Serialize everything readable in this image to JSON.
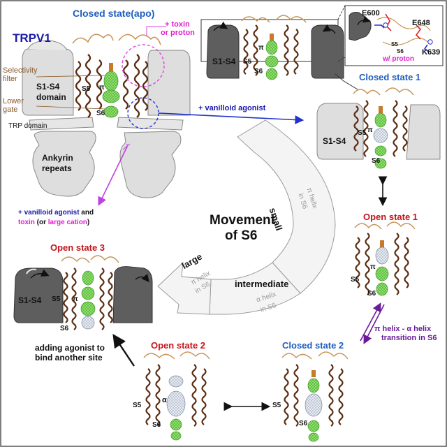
{
  "title": "TRPV1",
  "states": {
    "closed_apo": "Closed state(apo)",
    "closed_1": "Closed state 1",
    "closed_2": "Closed state 2",
    "open_1": "Open state 1",
    "open_2": "Open state 2",
    "open_3": "Open state 3"
  },
  "domains": {
    "selectivity_filter_1": "Selectivity",
    "selectivity_filter_2": "filter",
    "lower_gate_1": "Lower",
    "lower_gate_2": "gate",
    "trp_domain": "TRP domain",
    "s1s4_domain_1": "S1-S4",
    "s1s4_domain_2": "domain",
    "ankyrin_1": "Ankyrin",
    "ankyrin_2": "repeats"
  },
  "helix_labels": {
    "s1s4": "S1-S4",
    "s5": "S5",
    "s6": "S6",
    "pi": "π",
    "alpha": "α"
  },
  "inset": {
    "e600": "E600",
    "e648": "E648",
    "k639": "K639",
    "proton_note": "w/ proton"
  },
  "annotations": {
    "toxin_proton_1": "+ toxin",
    "toxin_proton_2": "or proton",
    "vanilloid_agonist": "+ vanilloid agonist",
    "combo_1a": "+ ",
    "combo_1b": "vanilloid agonist",
    "combo_1c": " and",
    "combo_2a": "toxin",
    "combo_2b": " (or ",
    "combo_2c": "large cation",
    "combo_2d": ")",
    "pi_alpha_1": "π helix - α helix",
    "pi_alpha_2": "transition in S6",
    "adding_agonist_1": "adding agonist to",
    "adding_agonist_2": "bind another site"
  },
  "cycle": {
    "movement_1": "Movement",
    "movement_2": "of S6",
    "small": "small",
    "intermediate": "intermediate",
    "large": "large",
    "pi_helix_s6_a": "π helix",
    "pi_helix_s6_b": "in S6",
    "alpha_helix_s6_a": "α helix",
    "alpha_helix_s6_b": "in S6",
    "pi_helix_s6_c": "π helix",
    "pi_helix_s6_d": "in S6"
  },
  "colors": {
    "blue_label": "#1f5fbf",
    "red_label": "#c4161c",
    "magenta": "#e020d0",
    "purple": "#6a1a9a",
    "helix": "#5a2d12",
    "loop": "#c9965a",
    "pore_green": "#7ed957",
    "pore_gray": "#c8d0dc",
    "domain_gray": "#dadada",
    "domain_dark": "#6b6b6b"
  }
}
